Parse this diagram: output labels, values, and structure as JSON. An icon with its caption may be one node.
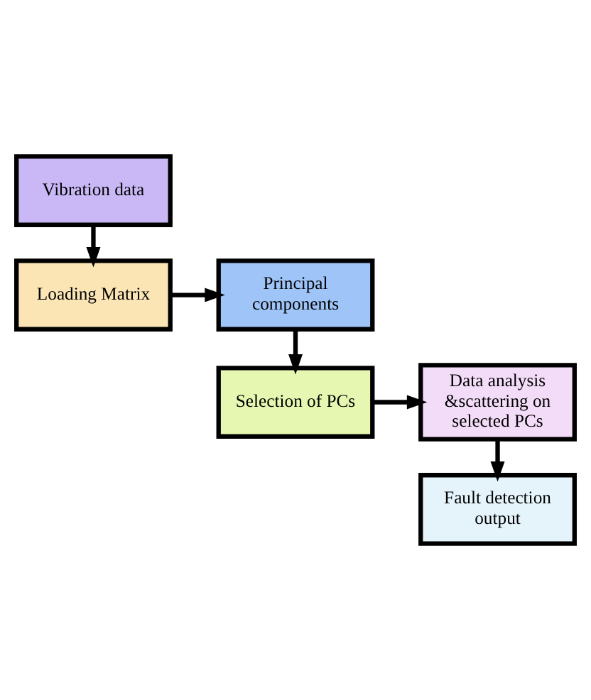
{
  "diagram": {
    "nodes": [
      {
        "text": [
          "Vibration data"
        ]
      },
      {
        "text": [
          "Loading Matrix"
        ]
      },
      {
        "text": [
          "Principal components"
        ]
      },
      {
        "text": [
          "Selection of PCs"
        ]
      },
      {
        "text": [
          "Data analysis &scattering on selected PCs"
        ]
      },
      {
        "text": [
          "Fault detection output"
        ]
      }
    ],
    "edges": [
      {
        "from": 0,
        "to": 1,
        "arrow": "to"
      },
      {
        "from": 1,
        "to": 2,
        "arrow": "to"
      },
      {
        "from": 2,
        "to": 3,
        "arrow": "to"
      },
      {
        "from": 3,
        "to": 4,
        "arrow": "to"
      },
      {
        "from": 4,
        "to": 5,
        "arrow": "to"
      }
    ]
  }
}
